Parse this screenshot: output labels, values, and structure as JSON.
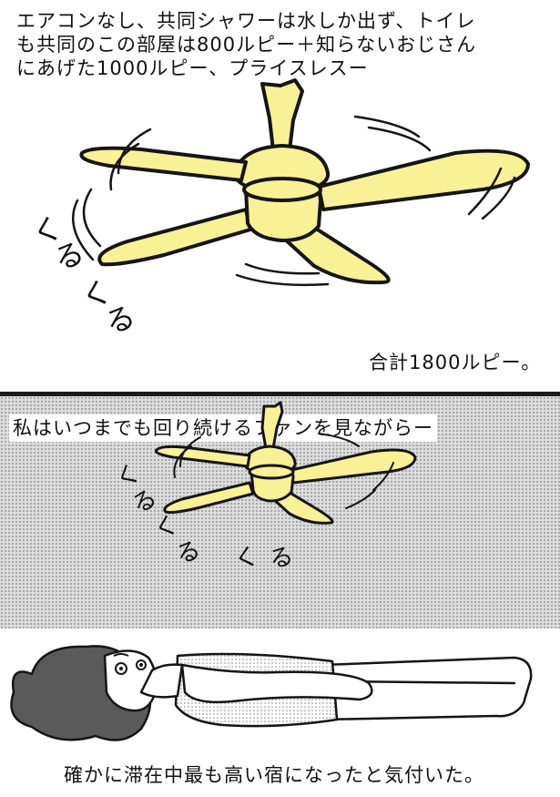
{
  "panels": {
    "top": {
      "caption": "エアコンなし、共同シャワーは水しか出ず、トイレ\nも共同のこの部屋は800ルピー＋知らないおじさん\nにあげた1000ルピー、プライスレスー",
      "sfx": [
        "く",
        "る",
        "く",
        "る"
      ],
      "total": "合計1800ルピー。"
    },
    "middle": {
      "caption": "私はいつまでも回り続けるファンを見ながらー",
      "sfx": [
        "く",
        "る",
        "く",
        "る",
        "く",
        "る"
      ]
    },
    "bottom": {
      "caption": "確かに滞在中最も高い宿になったと気付いた。"
    }
  },
  "colors": {
    "fan_fill": "#f8f196",
    "outline": "#151515",
    "tone_bg": "#dcdcdc"
  }
}
